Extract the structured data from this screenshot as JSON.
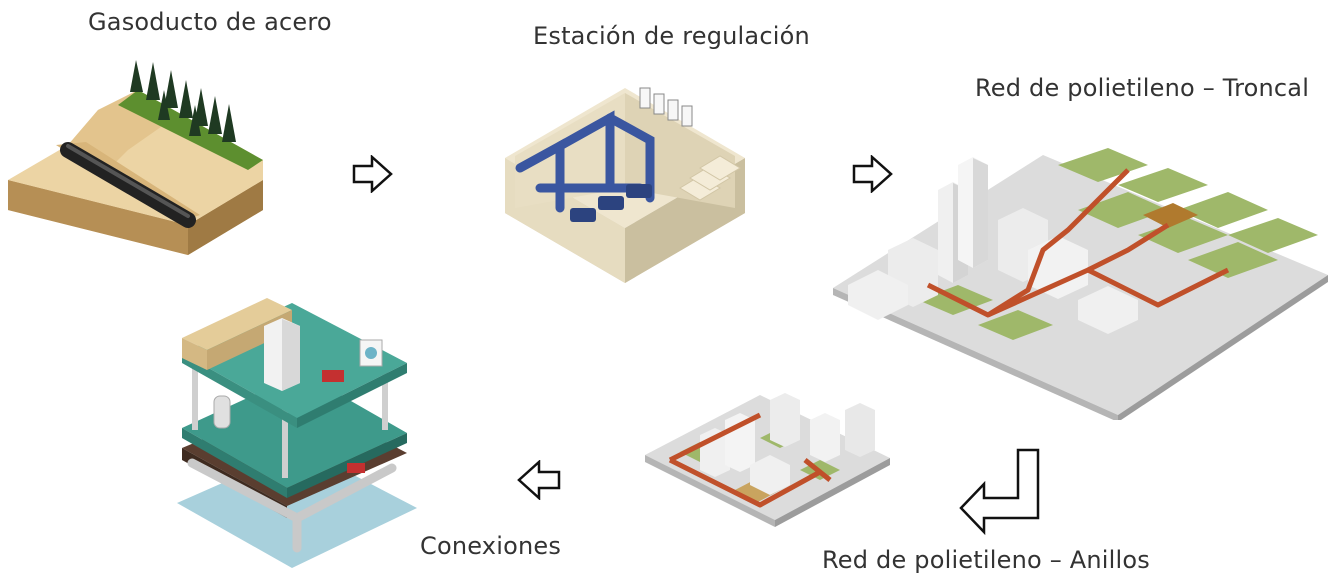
{
  "steps": {
    "pipeline": {
      "label": "Gasoducto de acero",
      "icon": "steel-pipeline-illustration"
    },
    "station": {
      "label": "Estación de regulación",
      "icon": "regulation-station-illustration"
    },
    "trunk": {
      "label": "Red de polietileno – Troncal",
      "icon": "polyethylene-trunk-network-illustration"
    },
    "rings": {
      "label": "Red de polietileno – Anillos",
      "icon": "polyethylene-ring-network-illustration"
    },
    "connections": {
      "label": "Conexiones",
      "icon": "household-connections-illustration"
    }
  },
  "colors": {
    "wood": "#e9cf9c",
    "grass": "#5d8f2f",
    "pipe_blue": "#3a56a0",
    "field_green": "#9fb86a",
    "network_red": "#c0502a",
    "building": "#ececec",
    "teal": "#4aa898",
    "arrow_stroke": "#111111"
  }
}
